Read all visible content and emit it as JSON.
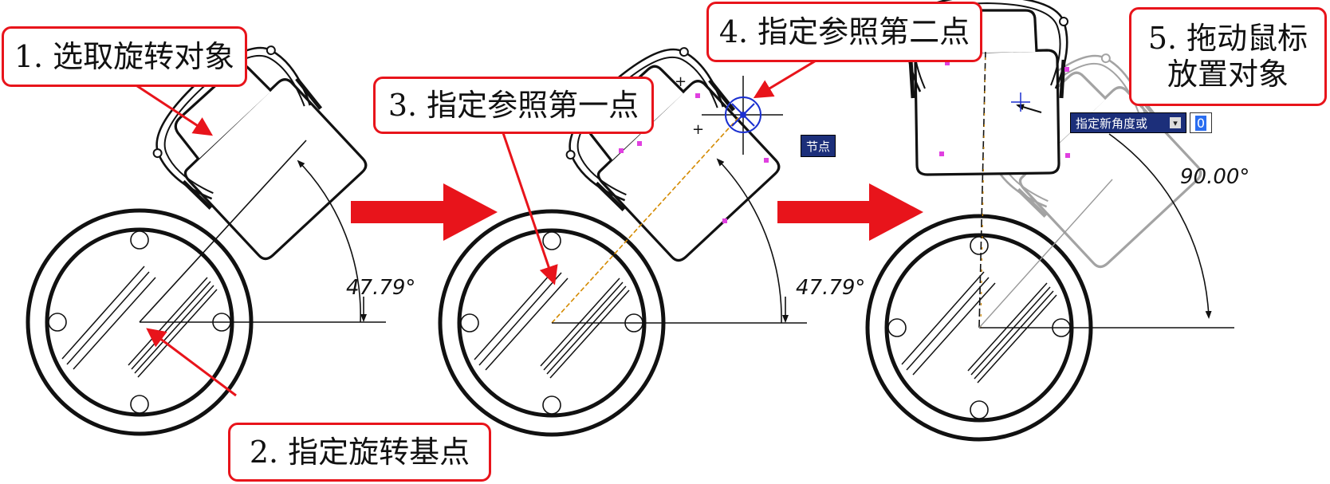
{
  "steps": {
    "s1": "1. 选取旋转对象",
    "s2": "2. 指定旋转基点",
    "s3": "3. 指定参照第一点",
    "s4": "4. 指定参照第二点",
    "s5_line1": "5. 拖动鼠标",
    "s5_line2": "放置对象"
  },
  "dimensions": {
    "angle_1": "47.79°",
    "angle_2": "47.79°",
    "angle_3": "90.00°"
  },
  "tooltips": {
    "node_snap": "节点",
    "prompt": "指定新角度或",
    "prompt_value": "0"
  },
  "colors": {
    "callout_border": "#e8141b",
    "arrow": "#e8141b",
    "tooltip_bg": "#1c2f7a",
    "snap_marker": "#1a2fd0",
    "grip": "#e040e0",
    "ghost": "#a8a8a8"
  }
}
